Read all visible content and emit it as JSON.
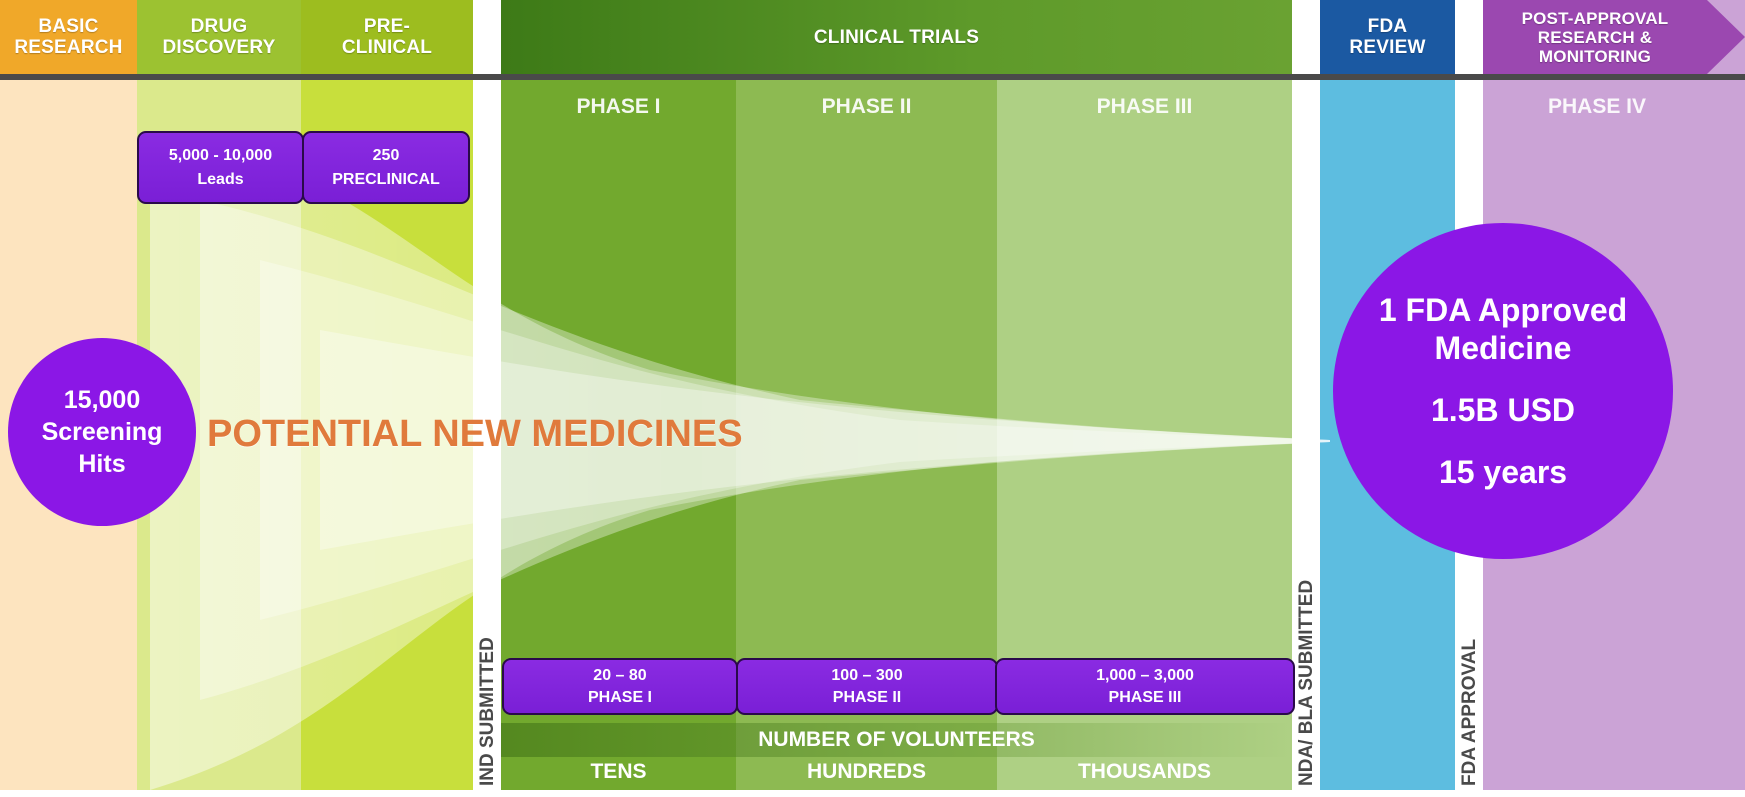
{
  "colors": {
    "basic_research": "#fde4bf",
    "drug_discovery": "#dbe98c",
    "preclinical": "#c8df3c",
    "phase1": "#72a92e",
    "phase2": "#8dba52",
    "phase3": "#aed084",
    "fda_review": "#5dbde0",
    "phase4": "#cba3d6",
    "accent_purple": "#8b17e6",
    "title_orange": "#e07a3c"
  },
  "header": {
    "basic_research": "BASIC\nRESEARCH",
    "drug_discovery": "DRUG\nDISCOVERY",
    "preclinical": "PRE-\nCLINICAL",
    "clinical_trials": "CLINICAL TRIALS",
    "fda_review": "FDA\nREVIEW",
    "post_approval": "POST-APPROVAL\nRESEARCH &\nMONITORING"
  },
  "phases": {
    "phase1": "PHASE I",
    "phase2": "PHASE II",
    "phase3": "PHASE III",
    "phase4": "PHASE IV"
  },
  "pills": {
    "leads": {
      "count": "5,000 - 10,000",
      "label": "Leads"
    },
    "preclinical": {
      "count": "250",
      "label": "PRECLINICAL"
    },
    "phase1": {
      "count": "20 – 80",
      "label": "PHASE I"
    },
    "phase2": {
      "count": "100 – 300",
      "label": "PHASE II"
    },
    "phase3": {
      "count": "1,000 – 3,000",
      "label": "PHASE III"
    }
  },
  "milestones": {
    "ind": "IND SUBMITTED",
    "nda": "NDA/ BLA SUBMITTED",
    "fda_approval": "FDA APPROVAL"
  },
  "volunteers": {
    "title": "NUMBER OF VOLUNTEERS",
    "tens": "TENS",
    "hundreds": "HUNDREDS",
    "thousands": "THOUSANDS"
  },
  "funnel_title": "POTENTIAL NEW MEDICINES",
  "left_circle": {
    "line1": "15,000",
    "line2": "Screening",
    "line3": "Hits"
  },
  "right_circle": {
    "line1": "1 FDA Approved",
    "line2": "Medicine",
    "cost": "1.5B USD",
    "duration": "15 years"
  }
}
